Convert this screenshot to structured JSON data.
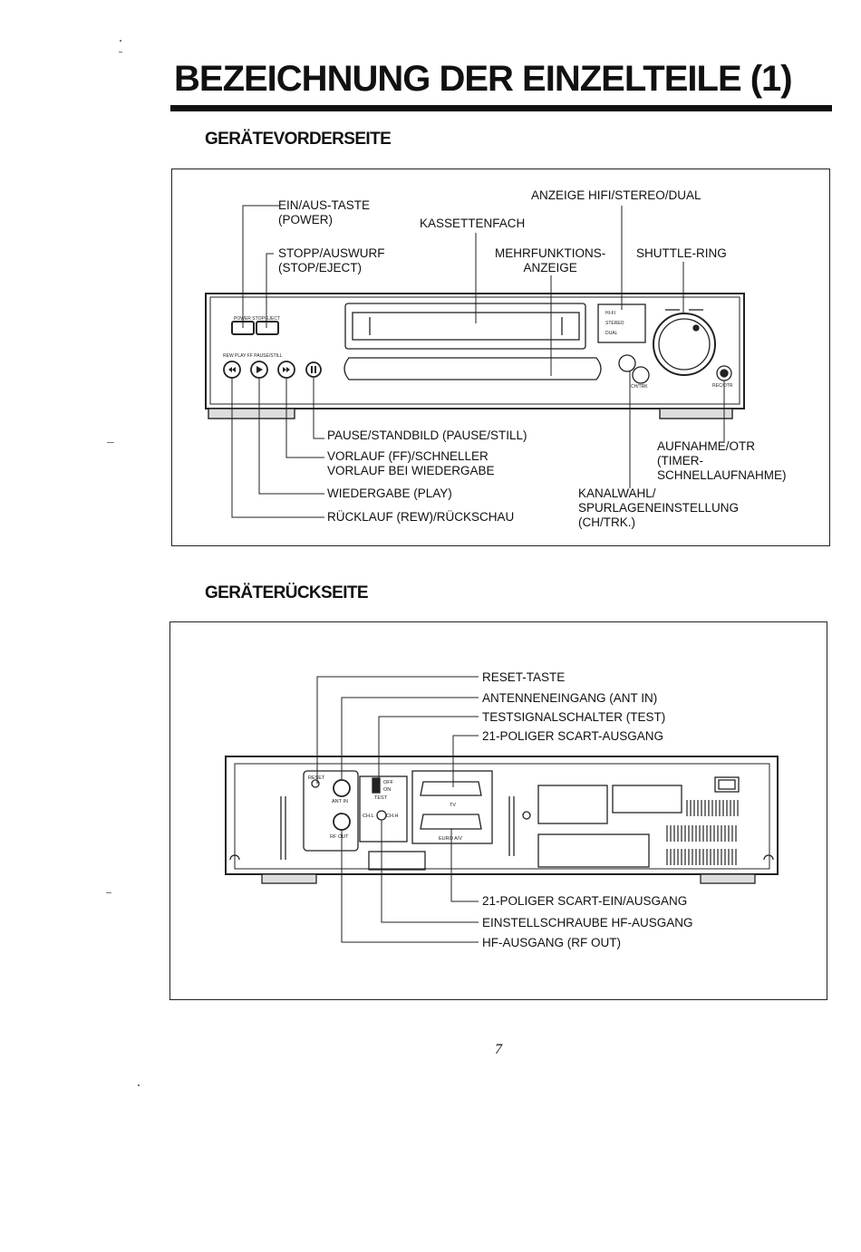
{
  "header": {
    "title": "BEZEICHNUNG DER EINZELTEILE (1)"
  },
  "front": {
    "section_title": "GERÄTEVORDERSEITE",
    "labels": {
      "power": [
        "EIN/AUS-TASTE",
        "(POWER)"
      ],
      "stop_eject": [
        "STOPP/AUSWURF",
        "(STOP/EJECT)"
      ],
      "cassette": "KASSETTENFACH",
      "hifi_display": "ANZEIGE HIFI/STEREO/DUAL",
      "multi_display": [
        "MEHRFUNKTIONS-",
        "ANZEIGE"
      ],
      "shuttle": "SHUTTLE-RING",
      "pause": "PAUSE/STANDBILD (PAUSE/STILL)",
      "ff": [
        "VORLAUF (FF)/SCHNELLER",
        "VORLAUF BEI WIEDERGABE"
      ],
      "play": "WIEDERGABE (PLAY)",
      "rew": "RÜCKLAUF (REW)/RÜCKSCHAU",
      "record": [
        "AUFNAHME/OTR",
        "(TIMER-",
        "SCHNELLAUFNAHME)"
      ],
      "channel": [
        "KANALWAHL/",
        "SPURLAGENEINSTELLUNG",
        "(CH/TRK.)"
      ]
    },
    "device_text": {
      "power_stop": "POWER STOP/EJECT",
      "transport": "REW   PLAY   FF   PAUSE/STILL",
      "hifi": "HI-FI",
      "stereo": "STEREO",
      "dual": "DUAL",
      "chtrk": "CH/TRK",
      "recotr": "REC/OTR"
    }
  },
  "rear": {
    "section_title": "GERÄTERÜCKSEITE",
    "labels": {
      "reset": "RESET-TASTE",
      "ant_in": "ANTENNENEINGANG (ANT IN)",
      "test": "TESTSIGNALSCHALTER (TEST)",
      "scart_out": "21-POLIGER SCART-AUSGANG",
      "scart_inout": "21-POLIGER SCART-EIN/AUSGANG",
      "rf_screw": "EINSTELLSCHRAUBE HF-AUSGANG",
      "rf_out": "HF-AUSGANG (RF OUT)"
    },
    "device_text": {
      "reset": "RESET",
      "ant_in": "ANT IN",
      "rf_out": "RF OUT",
      "off": "OFF",
      "on": "ON",
      "test": "TEST",
      "tv": "TV",
      "euro_av": "EURO A/V",
      "ch_low": "CH.L",
      "ch_high": "CH.H"
    }
  },
  "footer": {
    "page_number": "7"
  }
}
